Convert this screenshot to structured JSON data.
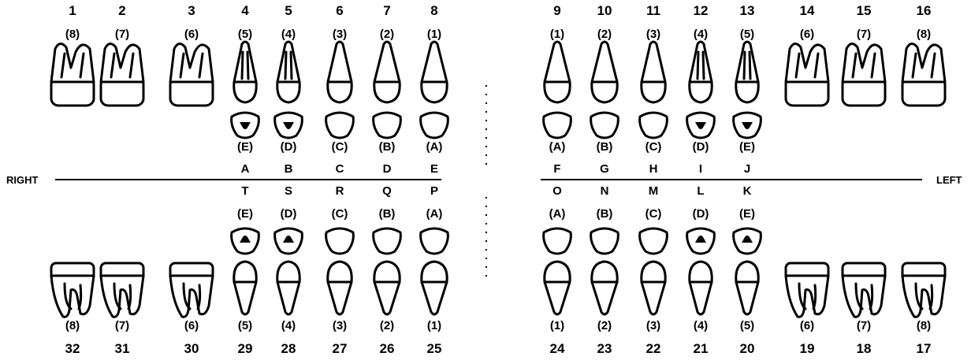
{
  "sides": {
    "right": "RIGHT",
    "left": "LEFT"
  },
  "upper": {
    "numbers": [
      "1",
      "2",
      "3",
      "4",
      "5",
      "6",
      "7",
      "8",
      "9",
      "10",
      "11",
      "12",
      "13",
      "14",
      "15",
      "16"
    ],
    "positions": [
      "(8)",
      "(7)",
      "(6)",
      "(5)",
      "(4)",
      "(3)",
      "(2)",
      "(1)",
      "(1)",
      "(2)",
      "(3)",
      "(4)",
      "(5)",
      "(6)",
      "(7)",
      "(8)"
    ],
    "primary_positions": [
      "(E)",
      "(D)",
      "(C)",
      "(B)",
      "(A)",
      "(A)",
      "(B)",
      "(C)",
      "(D)",
      "(E)"
    ],
    "primary_letters": [
      "A",
      "B",
      "C",
      "D",
      "E",
      "F",
      "G",
      "H",
      "I",
      "J"
    ],
    "tooth_types": [
      "molar",
      "molar",
      "molar",
      "premolar",
      "premolar",
      "canine",
      "incisor",
      "incisor",
      "incisor",
      "incisor",
      "canine",
      "premolar",
      "premolar",
      "molar",
      "molar",
      "molar"
    ]
  },
  "lower": {
    "numbers": [
      "32",
      "31",
      "30",
      "29",
      "28",
      "27",
      "26",
      "25",
      "24",
      "23",
      "22",
      "21",
      "20",
      "19",
      "18",
      "17"
    ],
    "positions": [
      "(8)",
      "(7)",
      "(6)",
      "(5)",
      "(4)",
      "(3)",
      "(2)",
      "(1)",
      "(1)",
      "(2)",
      "(3)",
      "(4)",
      "(5)",
      "(6)",
      "(7)",
      "(8)"
    ],
    "primary_positions": [
      "(E)",
      "(D)",
      "(C)",
      "(B)",
      "(A)",
      "(A)",
      "(B)",
      "(C)",
      "(D)",
      "(E)"
    ],
    "primary_letters": [
      "T",
      "S",
      "R",
      "Q",
      "P",
      "O",
      "N",
      "M",
      "L",
      "K"
    ],
    "tooth_types": [
      "molar",
      "molar",
      "molar",
      "premolar",
      "premolar",
      "canine",
      "incisor",
      "incisor",
      "incisor",
      "incisor",
      "canine",
      "premolar",
      "premolar",
      "molar",
      "molar",
      "molar"
    ]
  }
}
